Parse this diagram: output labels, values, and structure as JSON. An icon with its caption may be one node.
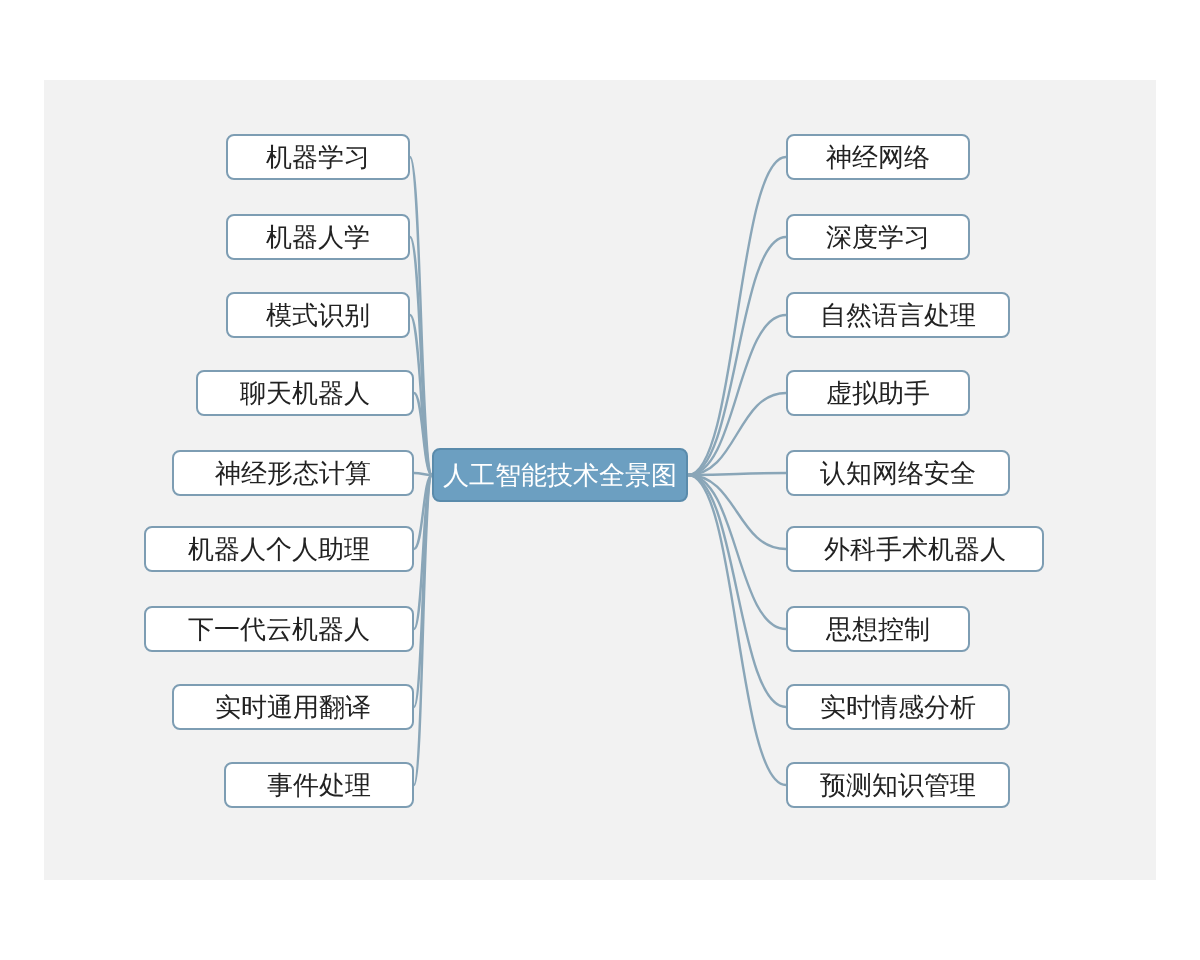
{
  "diagram": {
    "nodes": [
      {
        "text": [
          "人工智能技术全景图"
        ]
      },
      {
        "text": [
          "机器学习"
        ]
      },
      {
        "text": [
          "机器人学"
        ]
      },
      {
        "text": [
          "模式识别"
        ]
      },
      {
        "text": [
          "聊天机器人"
        ]
      },
      {
        "text": [
          "神经形态计算"
        ]
      },
      {
        "text": [
          "机器人个人助理"
        ]
      },
      {
        "text": [
          "下一代云机器人"
        ]
      },
      {
        "text": [
          "实时通用翻译"
        ]
      },
      {
        "text": [
          "事件处理"
        ]
      },
      {
        "text": [
          "神经网络"
        ]
      },
      {
        "text": [
          "深度学习"
        ]
      },
      {
        "text": [
          "自然语言处理"
        ]
      },
      {
        "text": [
          "虚拟助手"
        ]
      },
      {
        "text": [
          "认知网络安全"
        ]
      },
      {
        "text": [
          "外科手术机器人"
        ]
      },
      {
        "text": [
          "思想控制"
        ]
      },
      {
        "text": [
          "实时情感分析"
        ]
      },
      {
        "text": [
          "预测知识管理"
        ]
      }
    ],
    "edges": [
      {
        "from": 0,
        "to": 1,
        "arrow": "none"
      },
      {
        "from": 0,
        "to": 2,
        "arrow": "none"
      },
      {
        "from": 0,
        "to": 3,
        "arrow": "none"
      },
      {
        "from": 0,
        "to": 4,
        "arrow": "none"
      },
      {
        "from": 0,
        "to": 5,
        "arrow": "none"
      },
      {
        "from": 0,
        "to": 6,
        "arrow": "none"
      },
      {
        "from": 0,
        "to": 7,
        "arrow": "none"
      },
      {
        "from": 0,
        "to": 8,
        "arrow": "none"
      },
      {
        "from": 0,
        "to": 9,
        "arrow": "none"
      },
      {
        "from": 0,
        "to": 10,
        "arrow": "none"
      },
      {
        "from": 0,
        "to": 11,
        "arrow": "none"
      },
      {
        "from": 0,
        "to": 12,
        "arrow": "none"
      },
      {
        "from": 0,
        "to": 13,
        "arrow": "none"
      },
      {
        "from": 0,
        "to": 14,
        "arrow": "none"
      },
      {
        "from": 0,
        "to": 15,
        "arrow": "none"
      },
      {
        "from": 0,
        "to": 16,
        "arrow": "none"
      },
      {
        "from": 0,
        "to": 17,
        "arrow": "none"
      },
      {
        "from": 0,
        "to": 18,
        "arrow": "none"
      }
    ]
  }
}
